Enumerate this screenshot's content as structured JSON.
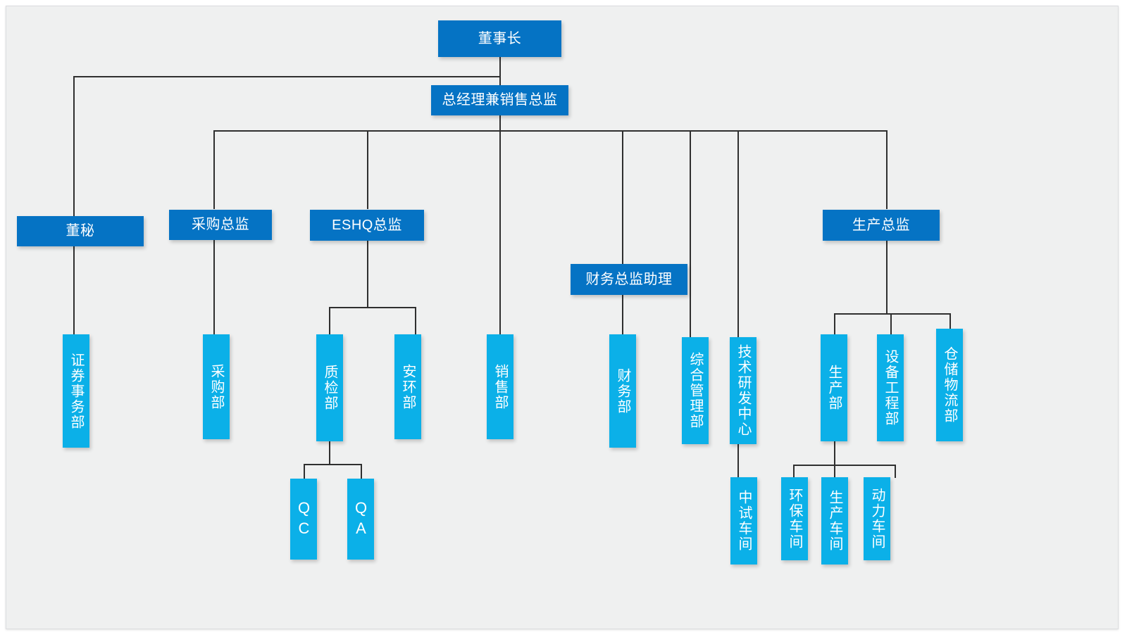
{
  "chart_data": {
    "type": "diagram",
    "diagram_kind": "organizational-chart",
    "title": "",
    "orientation": "top-down",
    "colors": {
      "canvas_background": "#eff0f0",
      "page_background": "#ffffff",
      "level_1_2_box": "#0573c4",
      "department_box": "#0bb0e8",
      "connector_line": "#2f2f2f",
      "label_text": "#ffffff"
    },
    "levels": [
      {
        "level": 1,
        "style": "dark-blue-horizontal"
      },
      {
        "level": 2,
        "style": "dark-blue-horizontal"
      },
      {
        "level": 3,
        "style": "light-blue-vertical"
      },
      {
        "level": 4,
        "style": "light-blue-vertical"
      }
    ],
    "nodes": [
      {
        "id": "chairman",
        "label": "董事长",
        "level": 1,
        "parent": null
      },
      {
        "id": "gm",
        "label": "总经理兼销售总监",
        "level": 2,
        "parent": "chairman"
      },
      {
        "id": "board_secretary",
        "label": "董秘",
        "level": 2,
        "parent": "chairman"
      },
      {
        "id": "purchasing_dir",
        "label": "采购总监",
        "level": 3,
        "parent": "gm"
      },
      {
        "id": "eshq_dir",
        "label": "ESHQ总监",
        "level": 3,
        "parent": "gm"
      },
      {
        "id": "finance_asst",
        "label": "财务总监助理",
        "level": 3,
        "parent": "gm"
      },
      {
        "id": "production_dir",
        "label": "生产总监",
        "level": 3,
        "parent": "gm"
      },
      {
        "id": "securities_dept",
        "label": "证券事务部",
        "level": 4,
        "parent": "board_secretary"
      },
      {
        "id": "purchasing_dept",
        "label": "采购部",
        "level": 4,
        "parent": "purchasing_dir"
      },
      {
        "id": "qc_dept",
        "label": "质检部",
        "level": 4,
        "parent": "eshq_dir"
      },
      {
        "id": "safety_env_dept",
        "label": "安环部",
        "level": 4,
        "parent": "eshq_dir"
      },
      {
        "id": "sales_dept",
        "label": "销售部",
        "level": 4,
        "parent": "gm"
      },
      {
        "id": "finance_dept",
        "label": "财务部",
        "level": 4,
        "parent": "finance_asst"
      },
      {
        "id": "admin_dept",
        "label": "综合管理部",
        "level": 4,
        "parent": "gm"
      },
      {
        "id": "rnd_center",
        "label": "技术研发中心",
        "level": 4,
        "parent": "gm"
      },
      {
        "id": "production_dept",
        "label": "生产部",
        "level": 4,
        "parent": "production_dir"
      },
      {
        "id": "equipment_dept",
        "label": "设备工程部",
        "level": 4,
        "parent": "production_dir"
      },
      {
        "id": "warehouse_dept",
        "label": "仓储物流部",
        "level": 4,
        "parent": "production_dir"
      },
      {
        "id": "qc_team",
        "label": "QC",
        "level": 5,
        "parent": "qc_dept"
      },
      {
        "id": "qa_team",
        "label": "QA",
        "level": 5,
        "parent": "qc_dept"
      },
      {
        "id": "pilot_workshop",
        "label": "中试车间",
        "level": 5,
        "parent": "rnd_center"
      },
      {
        "id": "env_workshop",
        "label": "环保车间",
        "level": 5,
        "parent": "production_dept"
      },
      {
        "id": "prod_workshop",
        "label": "生产车间",
        "level": 5,
        "parent": "production_dept"
      },
      {
        "id": "power_workshop",
        "label": "动力车间",
        "level": 5,
        "parent": "production_dept"
      }
    ]
  },
  "org": {
    "chairman": "董事长",
    "gm": "总经理兼销售总监",
    "board_secretary": "董秘",
    "purchasing_dir": "采购总监",
    "eshq_dir": "ESHQ总监",
    "finance_asst": "财务总监助理",
    "production_dir": "生产总监",
    "securities_dept": "证券事务部",
    "purchasing_dept": "采购部",
    "qc_dept": "质检部",
    "safety_env_dept": "安环部",
    "sales_dept": "销售部",
    "finance_dept": "财务部",
    "admin_dept": "综合管理部",
    "rnd_center": "技术研发中心",
    "production_dept": "生产部",
    "equipment_dept": "设备工程部",
    "warehouse_dept": "仓储物流部",
    "qc_team": "QC",
    "qa_team": "QA",
    "pilot_workshop": "中试车间",
    "env_workshop": "环保车间",
    "prod_workshop": "生产车间",
    "power_workshop": "动力车间"
  }
}
